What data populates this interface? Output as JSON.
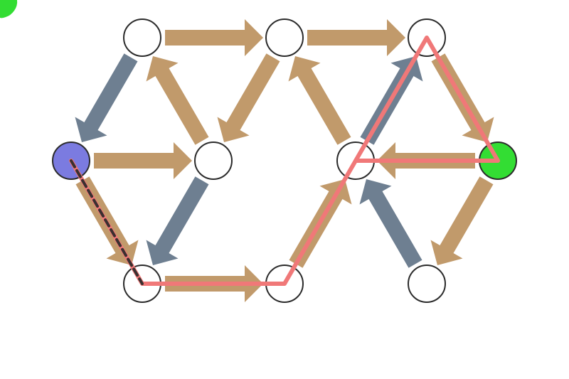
{
  "colors": {
    "background": "#ffffff",
    "node_fill": "#ffffff",
    "node_stroke": "#2b2b2b",
    "start_node": "#7b7be0",
    "goal_node": "#33dd33",
    "arrow_tan": "#c19a6b",
    "arrow_slate": "#6e7f91",
    "path_line": "#f07878",
    "dashed_line": "#3a3030",
    "corner_blob": "#33dd33"
  },
  "icons": {
    "corner_marker": "green-blob-icon"
  },
  "status": "",
  "graph": {
    "nodes": [
      {
        "id": "n0",
        "col": 2,
        "row": 0,
        "state": "empty"
      },
      {
        "id": "n1",
        "col": 4,
        "row": 0,
        "state": "empty"
      },
      {
        "id": "n2",
        "col": 6,
        "row": 0,
        "state": "empty"
      },
      {
        "id": "n3",
        "col": 1,
        "row": 1,
        "state": "start"
      },
      {
        "id": "n4",
        "col": 3,
        "row": 1,
        "state": "empty"
      },
      {
        "id": "n5",
        "col": 5,
        "row": 1,
        "state": "empty"
      },
      {
        "id": "n6",
        "col": 7,
        "row": 1,
        "state": "goal"
      },
      {
        "id": "n7",
        "col": 2,
        "row": 2,
        "state": "empty"
      },
      {
        "id": "n8",
        "col": 4,
        "row": 2,
        "state": "empty"
      },
      {
        "id": "n9",
        "col": 6,
        "row": 2,
        "state": "empty"
      }
    ],
    "edges": [
      {
        "from": "n0",
        "to": "n1",
        "kind": "tan"
      },
      {
        "from": "n1",
        "to": "n2",
        "kind": "tan"
      },
      {
        "from": "n0",
        "to": "n3",
        "kind": "slate"
      },
      {
        "from": "n4",
        "to": "n0",
        "kind": "tan"
      },
      {
        "from": "n1",
        "to": "n4",
        "kind": "tan"
      },
      {
        "from": "n5",
        "to": "n1",
        "kind": "tan"
      },
      {
        "from": "n5",
        "to": "n2",
        "kind": "slate"
      },
      {
        "from": "n2",
        "to": "n6",
        "kind": "tan"
      },
      {
        "from": "n3",
        "to": "n4",
        "kind": "tan"
      },
      {
        "from": "n6",
        "to": "n5",
        "kind": "tan"
      },
      {
        "from": "n3",
        "to": "n7",
        "kind": "tan"
      },
      {
        "from": "n4",
        "to": "n7",
        "kind": "slate"
      },
      {
        "from": "n8",
        "to": "n5",
        "kind": "tan"
      },
      {
        "from": "n9",
        "to": "n5",
        "kind": "slate"
      },
      {
        "from": "n6",
        "to": "n9",
        "kind": "tan"
      },
      {
        "from": "n7",
        "to": "n8",
        "kind": "tan"
      }
    ],
    "solution_path": [
      "n3",
      "n7",
      "n8",
      "n5",
      "n2",
      "n6",
      "n5"
    ],
    "dashed_path": [
      "n3",
      "n7"
    ]
  }
}
